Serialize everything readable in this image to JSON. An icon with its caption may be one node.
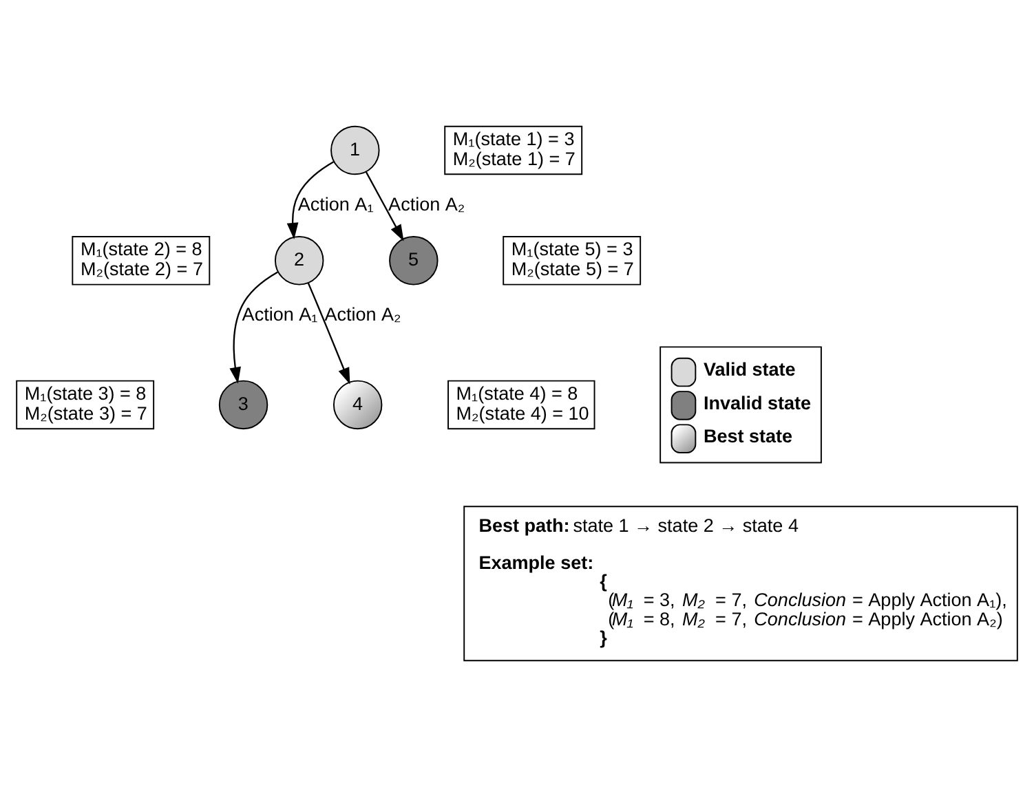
{
  "diagram": {
    "nodes": [
      {
        "text": [
          "1"
        ]
      },
      {
        "text": [
          "M₁(state 1) = 3 M₂(state 1) = 7"
        ]
      },
      {
        "text": [
          "M₁(state 2) = 8 M₂(state 2) = 7"
        ]
      },
      {
        "text": [
          "2"
        ]
      },
      {
        "text": [
          "5"
        ]
      },
      {
        "text": [
          "M₁(state 5) = 3 M₂(state 5) = 7"
        ]
      },
      {
        "text": [
          "M₁(state 3) = 8 M₂(state 3) = 7"
        ]
      },
      {
        "text": [
          "3"
        ]
      },
      {
        "text": [
          "4"
        ]
      },
      {
        "text": [
          "M₁(state 4) = 8 M₂(state 4) = 10"
        ]
      },
      {
        "text": [
          "**Best path:** state 1 → state 2 → state 4",
          "**Example set:**",
          "**{**",
          "(*M₁* = 3, *M₂* = 7, *Conclusion* = Apply Action A₁),",
          "(*M₁* = 8, *M₂* = 7, *Conclusion* = Apply Action A₂)",
          "**}**"
        ]
      }
    ],
    "edges": [
      {
        "from": 0,
        "to": 3,
        "arrow": "to",
        "label": "Action A₁"
      },
      {
        "from": 0,
        "to": 4,
        "arrow": "to",
        "label": "Action A₂"
      },
      {
        "from": 3,
        "to": 7,
        "arrow": "to",
        "label": "Action A₁"
      },
      {
        "from": 3,
        "to": 8,
        "arrow": "to",
        "label": "Action A₂"
      }
    ],
    "legend": [
      {
        "text": "Valid state",
        "color": "#d9d9d9"
      },
      {
        "text": "Invalid state",
        "color": "#808080"
      },
      {
        "text": "Best state"
      }
    ]
  }
}
